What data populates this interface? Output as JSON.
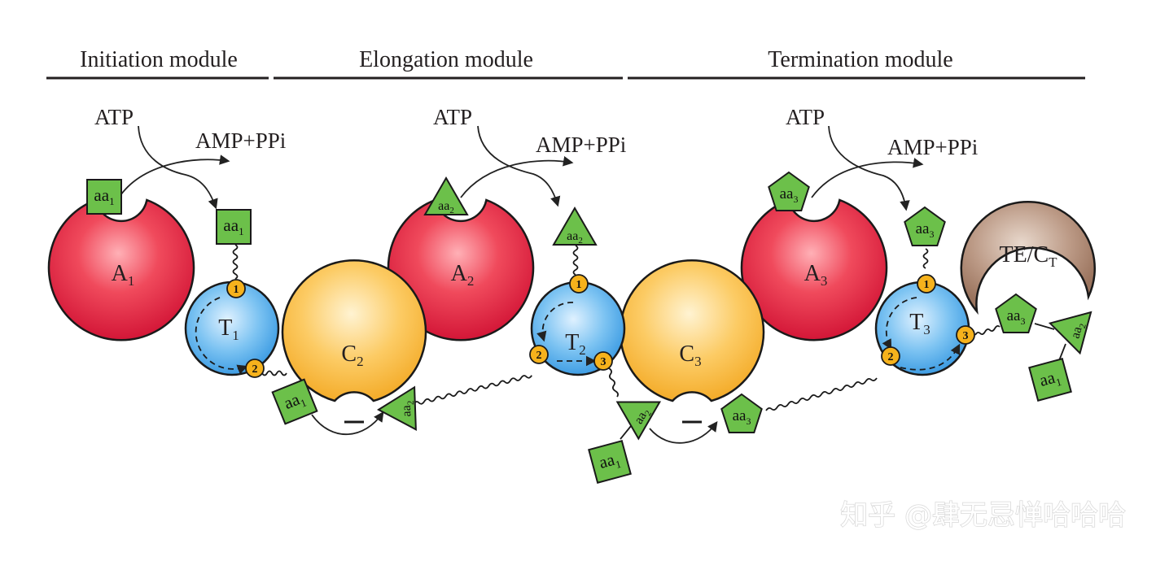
{
  "modules": [
    {
      "label": "Initiation module"
    },
    {
      "label": "Elongation module"
    },
    {
      "label": "Termination module"
    }
  ],
  "reactions": [
    {
      "atp": "ATP",
      "amp": "AMP+PPi"
    },
    {
      "atp": "ATP",
      "amp": "AMP+PPi"
    },
    {
      "atp": "ATP",
      "amp": "AMP+PPi"
    }
  ],
  "domains": {
    "a1": {
      "base": "A",
      "sub": "1"
    },
    "a2": {
      "base": "A",
      "sub": "2"
    },
    "a3": {
      "base": "A",
      "sub": "3"
    },
    "t1": {
      "base": "T",
      "sub": "1"
    },
    "t2": {
      "base": "T",
      "sub": "2"
    },
    "t3": {
      "base": "T",
      "sub": "3"
    },
    "c2": {
      "base": "C",
      "sub": "2"
    },
    "c3": {
      "base": "C",
      "sub": "3"
    },
    "te": {
      "base": "TE/C",
      "sub": "T"
    }
  },
  "amino_acids": {
    "base": "aa",
    "sub1": "1",
    "sub2": "2",
    "sub3": "3"
  },
  "steps": {
    "s1": "1",
    "s2": "2",
    "s3": "3"
  },
  "colors": {
    "adenylation": "#ef4457",
    "thiolation": "#62b4ee",
    "condensation": "#fbc24f",
    "thioesterase": "#b08d78",
    "amino_acid": "#6cc04a",
    "step_marker": "#f6b21c",
    "rule": "#231f20"
  },
  "watermark": "知乎 @肆无忌惮哈哈哈"
}
